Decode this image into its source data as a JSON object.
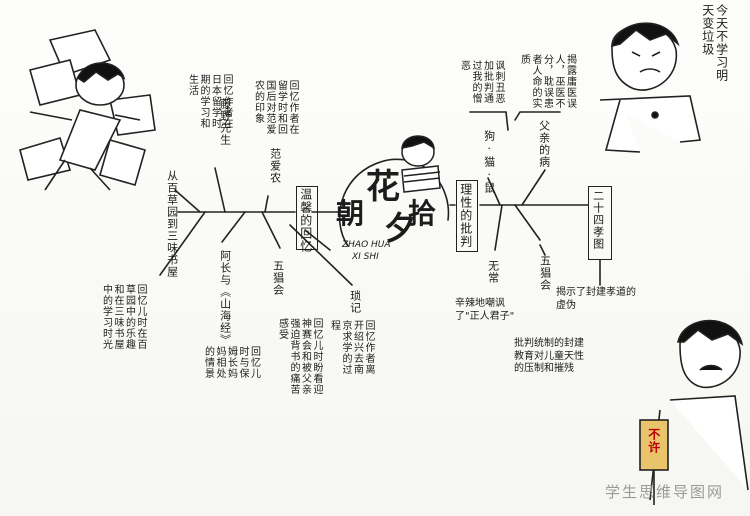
{
  "title": {
    "chao": "朝",
    "hua": "花",
    "xi": "夕",
    "shi": "拾",
    "pinyin1": "ZHAO HUA",
    "pinyin2": "XI SHI"
  },
  "left_branch": {
    "label": "温馨的回忆",
    "items": [
      {
        "topic": "从百草园到三味书屋",
        "desc": "回忆儿时在百草园中的乐趣和在三味书屋中的学习时光"
      },
      {
        "topic": "阿长与《山海经》",
        "desc": "回忆儿时与保姆长妈妈相处的情景"
      },
      {
        "topic": "五猖会",
        "desc": "回忆儿时盼看迎神赛会和被父亲强迫背书的痛苦感受"
      },
      {
        "topic": "琐记",
        "desc": "回忆作者离开绍兴去南京求学的过程"
      },
      {
        "topic": "藤野先生",
        "desc": "回忆作者在日本留学时期的学习和生活"
      },
      {
        "topic": "范爱农",
        "desc": "回忆作者在留学时和回国后对范爱农的印象"
      }
    ]
  },
  "right_branch": {
    "label": "理性的批判",
    "items": [
      {
        "topic": "狗·猫·鼠",
        "desc": "讽刺丑恶加批判通过我的憎恶"
      },
      {
        "topic": "父亲的病",
        "desc": "揭露庸医误人，巫医不分，耽误患者人命的实质"
      },
      {
        "topic": "二十四孝图",
        "desc": "揭示了封建孝道的虚伪"
      },
      {
        "topic": "无常",
        "desc": "辛辣地嘲讽了\"正人君子\""
      },
      {
        "topic": "五猖会",
        "desc": "批判统制的封建教育对儿童天性的压制和摧残"
      }
    ]
  },
  "corner_text": {
    "top_right": "今天不学习明天变垃圾",
    "sign": "不许"
  },
  "watermark": "学生思维导图网"
}
